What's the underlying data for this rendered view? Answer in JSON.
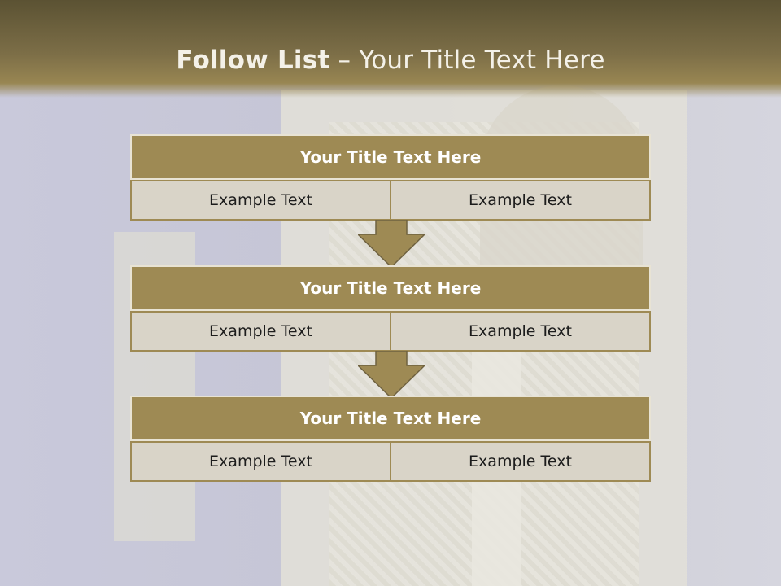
{
  "slide": {
    "title_bold": "Follow List",
    "title_rest": " – Your Title Text Here"
  },
  "steps": [
    {
      "title": "Your Title Text Here",
      "left": "Example Text",
      "right": "Example Text"
    },
    {
      "title": "Your Title Text Here",
      "left": "Example Text",
      "right": "Example Text"
    },
    {
      "title": "Your Title Text Here",
      "left": "Example Text",
      "right": "Example Text"
    }
  ],
  "colors": {
    "header": "#7c6e47",
    "box_title": "#9e8a54",
    "box_cell": "#d9d4c8",
    "arrow": "#9e8a54"
  }
}
